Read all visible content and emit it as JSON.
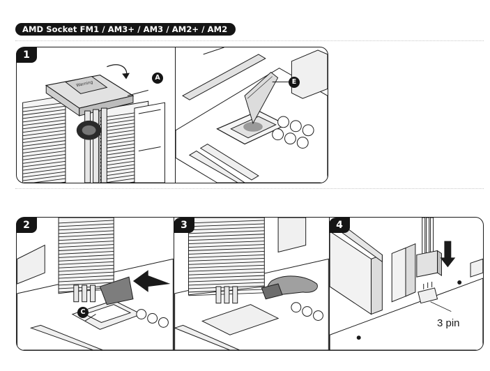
{
  "header": {
    "title": "AMD Socket FM1 / AM3+ / AM3 / AM2+ / AM2"
  },
  "steps": [
    {
      "number": "1"
    },
    {
      "number": "2"
    },
    {
      "number": "3"
    },
    {
      "number": "4"
    }
  ],
  "callouts": {
    "a": "A",
    "e": "E",
    "c": "C"
  },
  "labels": {
    "fan_connector": "3 pin"
  },
  "colors": {
    "ink": "#151515",
    "line": "#1a1a1a",
    "shade": "#bdbdbd",
    "light": "#e2e2e2"
  }
}
